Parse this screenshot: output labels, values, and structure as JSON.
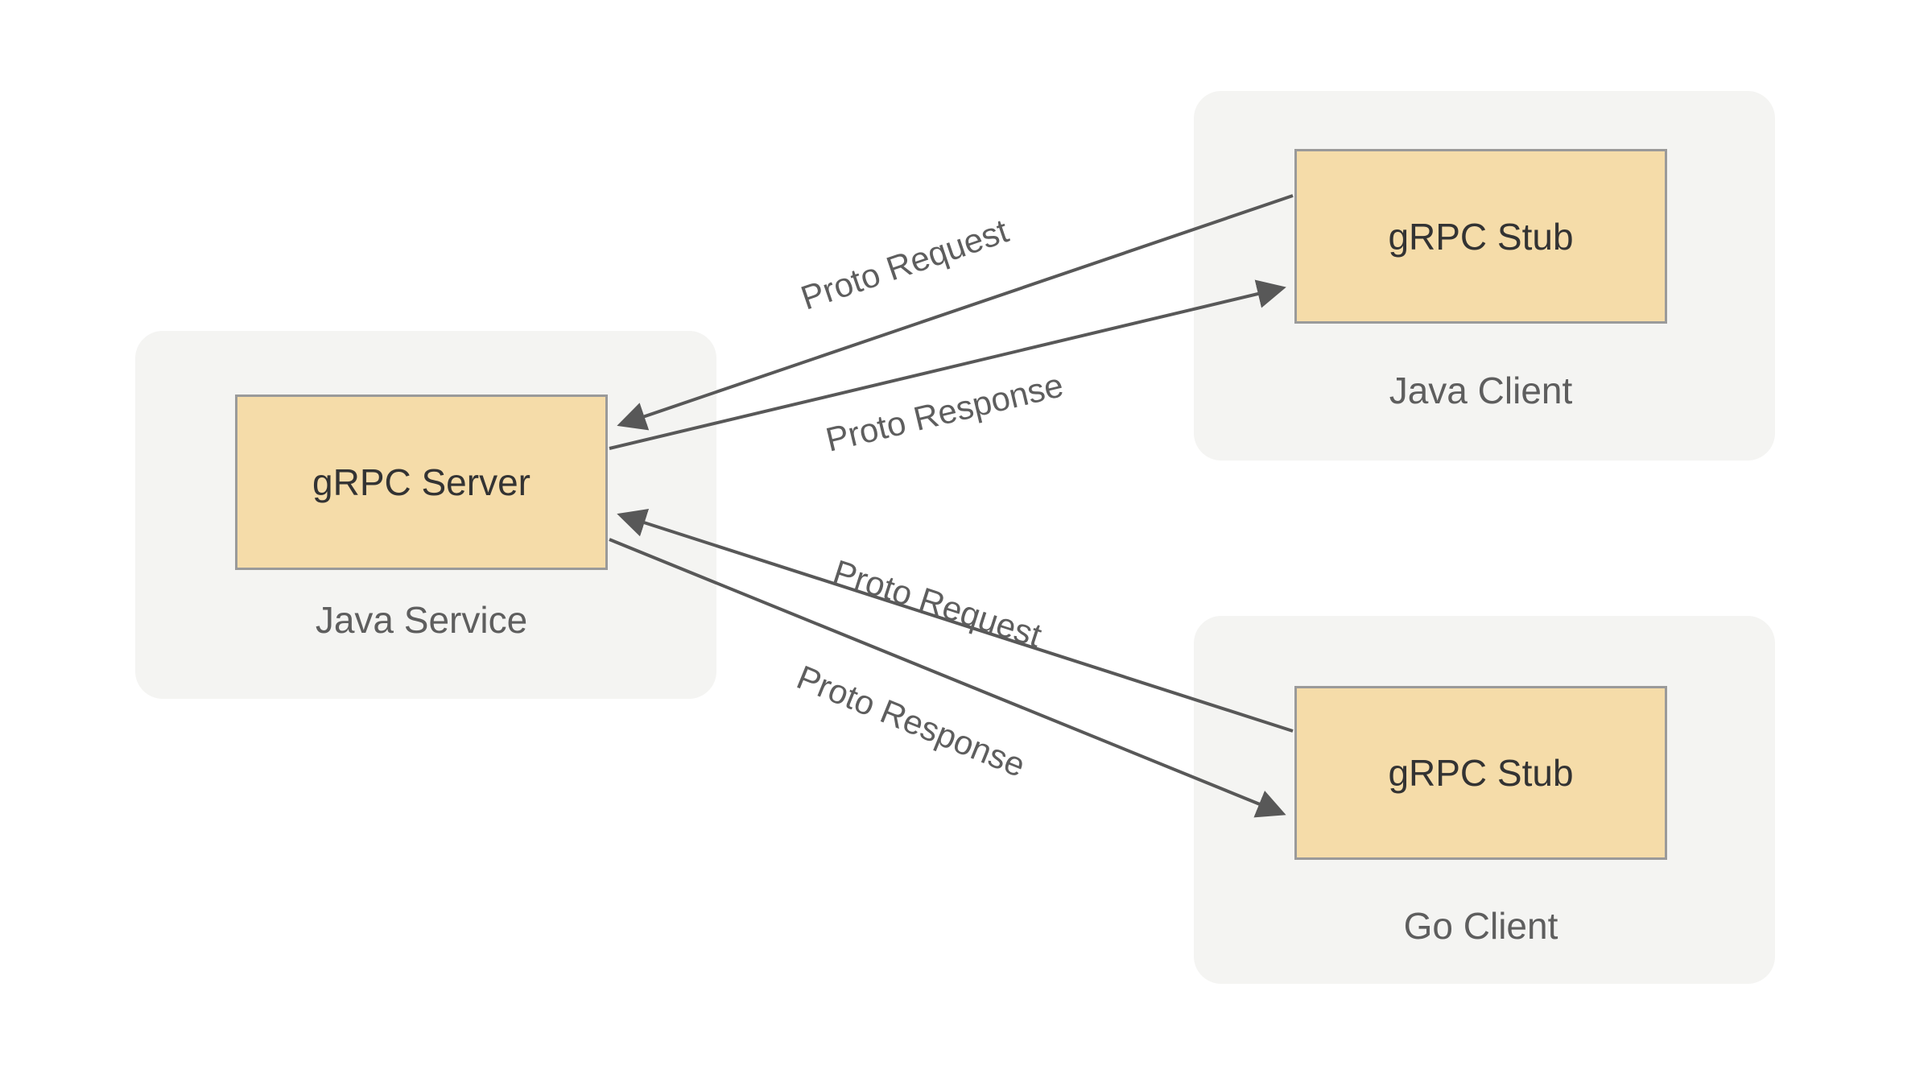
{
  "diagram": {
    "title": "gRPC Java Service with Java and Go Clients",
    "background_color": "#ffffff",
    "group_fill": "#f4f4f2",
    "node_fill": "#f5dca9",
    "node_border": "#9a9a9a",
    "node_text_color": "#333333",
    "group_text_color": "#5e5e5e",
    "edge_color": "#585858"
  },
  "groups": [
    {
      "id": "java-service",
      "label": "Java Service",
      "node_label": "gRPC Server"
    },
    {
      "id": "java-client",
      "label": "Java Client",
      "node_label": "gRPC Stub"
    },
    {
      "id": "go-client",
      "label": "Go Client",
      "node_label": "gRPC Stub"
    }
  ],
  "edges": [
    {
      "id": "java-request",
      "label": "Proto Request",
      "from": "java-client",
      "to": "java-service",
      "arrowhead": "at-server"
    },
    {
      "id": "java-response",
      "label": "Proto Response",
      "from": "java-service",
      "to": "java-client",
      "arrowhead": "at-stub"
    },
    {
      "id": "go-request",
      "label": "Proto Request",
      "from": "go-client",
      "to": "java-service",
      "arrowhead": "at-server"
    },
    {
      "id": "go-response",
      "label": "Proto Response",
      "from": "java-service",
      "to": "go-client",
      "arrowhead": "at-stub"
    }
  ]
}
